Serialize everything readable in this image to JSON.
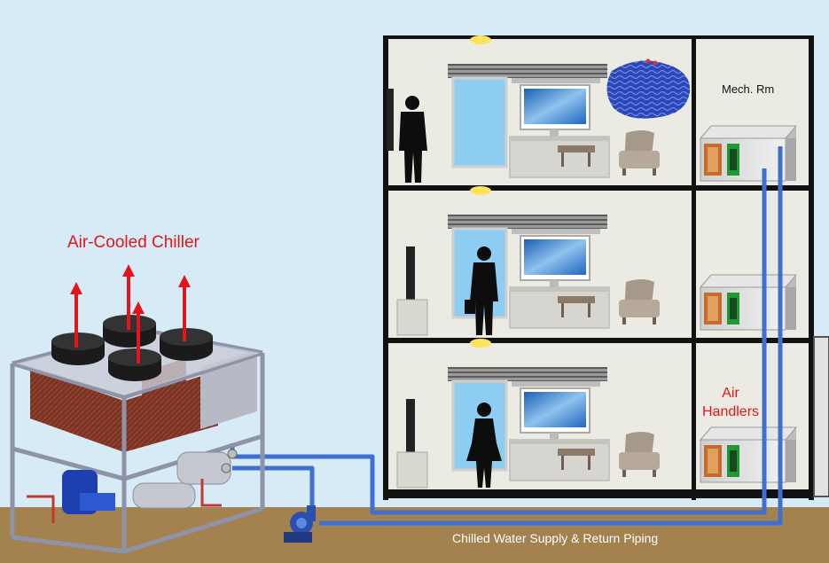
{
  "labels": {
    "chiller": "Air-Cooled Chiller",
    "mech_room": "Mech. Rm",
    "air_handlers_line1": "Air",
    "air_handlers_line2": "Handlers",
    "piping": "Chilled Water Supply & Return Piping"
  },
  "colors": {
    "sky": "#d7ebf7",
    "ground": "#a3824f",
    "wall": "#ecebe3",
    "building_frame": "#111111",
    "pipe": "#3f6fd1",
    "label_red": "#e4141b",
    "ahu_body": "#d9d9d9",
    "ahu_coil": "#1e9a35",
    "screen": "#2a72c7",
    "window": "#8ecdf2",
    "chiller_coil": "#7a3325",
    "chiller_frame": "#8e93a8",
    "fan": "#1b1b1b"
  },
  "icons": {
    "exhaust": "up-arrow-icon",
    "person": "person-silhouette-icon",
    "armchair": "armchair-icon",
    "pump": "pump-icon",
    "ceiling_light": "ceiling-light-icon",
    "tv": "tv-icon"
  }
}
